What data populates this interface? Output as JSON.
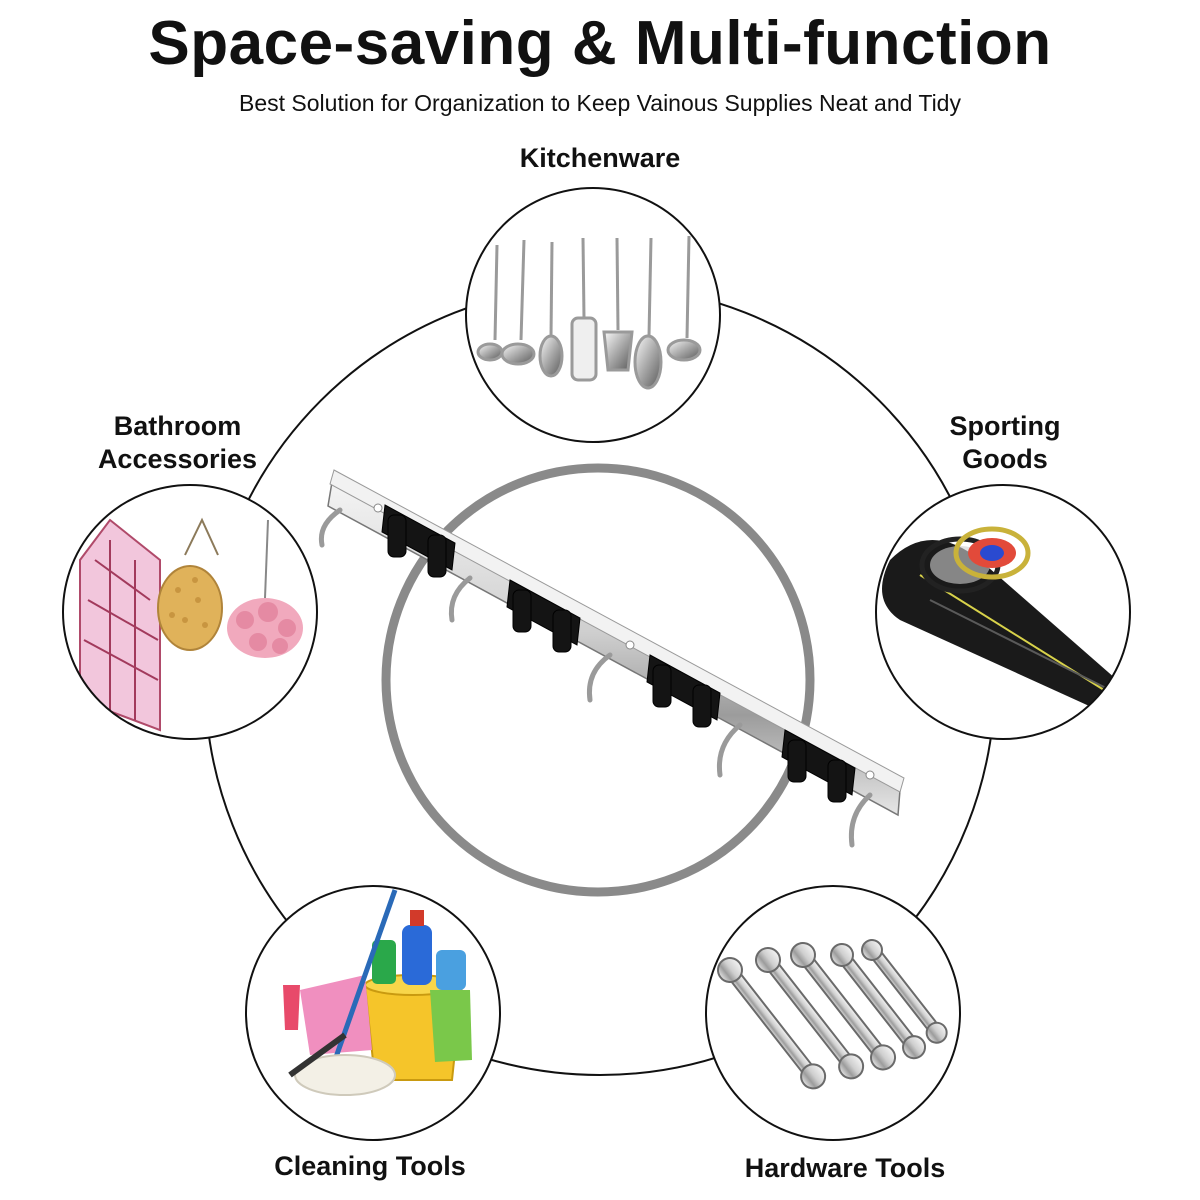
{
  "title": "Space-saving & Multi-function",
  "subtitle": "Best Solution for Organization to Keep Vainous Supplies Neat and Tidy",
  "categories": {
    "kitchenware": "Kitchenware",
    "bathroom": "Bathroom\nAccessories",
    "sporting": "Sporting\nGoods",
    "cleaning": "Cleaning Tools",
    "hardware": "Hardware Tools"
  }
}
